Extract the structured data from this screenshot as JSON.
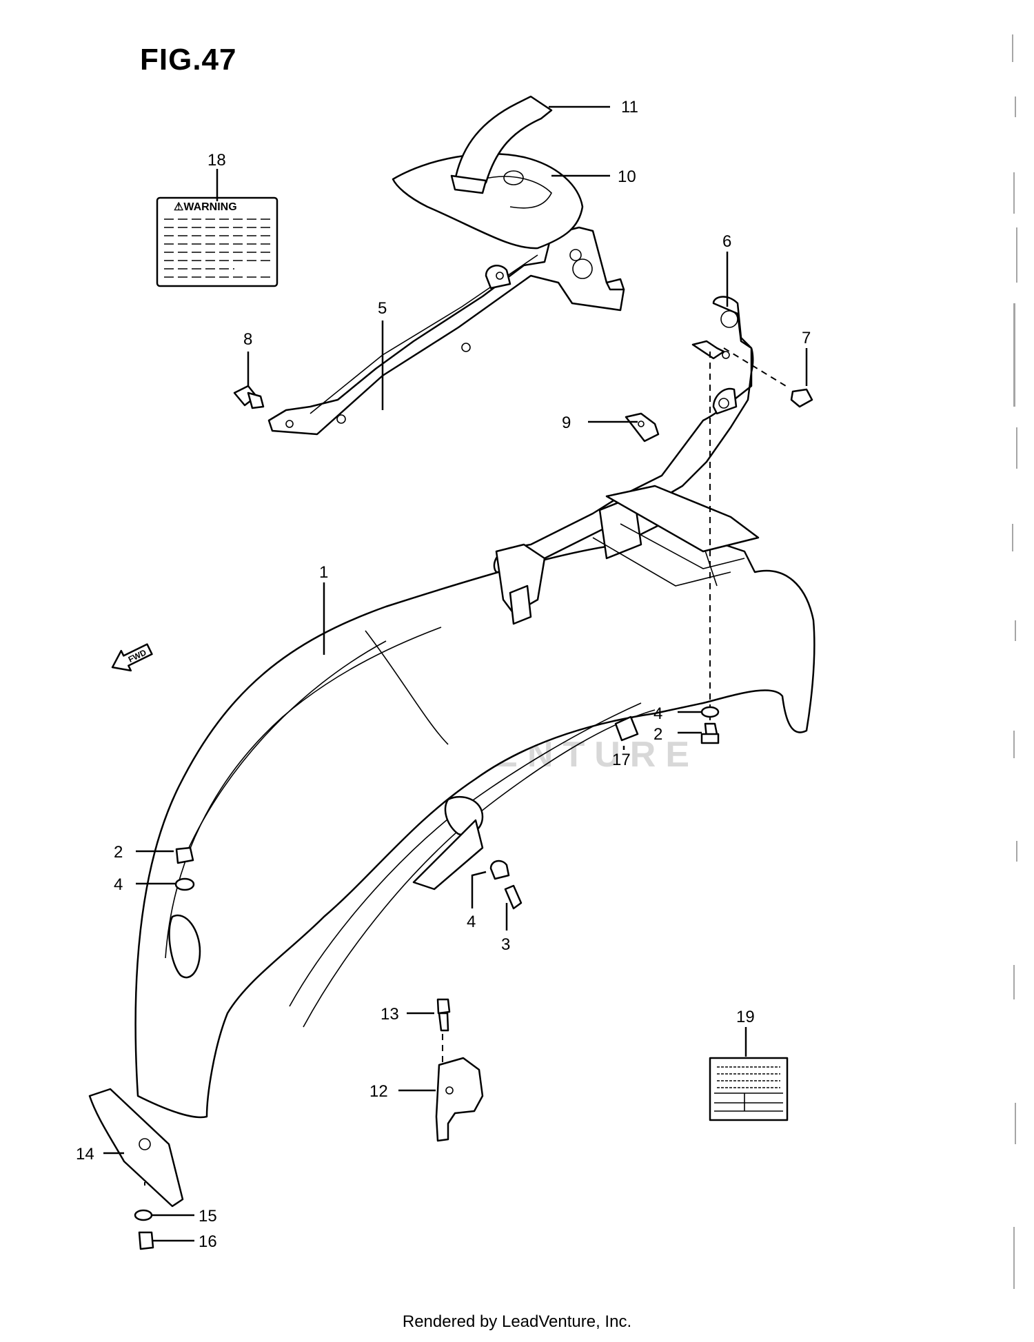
{
  "figure": {
    "title": "FIG.47"
  },
  "watermark": {
    "text": "LEADVENTURE"
  },
  "footer": {
    "text": "Rendered by LeadVenture, Inc."
  },
  "fwd_arrow": {
    "label": "FWD"
  },
  "warning_label": {
    "heading": "⚠WARNING"
  },
  "callouts": [
    {
      "id": "c1",
      "text": "1"
    },
    {
      "id": "c2a",
      "text": "2"
    },
    {
      "id": "c2b",
      "text": "2"
    },
    {
      "id": "c3",
      "text": "3"
    },
    {
      "id": "c4a",
      "text": "4"
    },
    {
      "id": "c4b",
      "text": "4"
    },
    {
      "id": "c4c",
      "text": "4"
    },
    {
      "id": "c5",
      "text": "5"
    },
    {
      "id": "c6",
      "text": "6"
    },
    {
      "id": "c7",
      "text": "7"
    },
    {
      "id": "c8",
      "text": "8"
    },
    {
      "id": "c9",
      "text": "9"
    },
    {
      "id": "c10",
      "text": "10"
    },
    {
      "id": "c11",
      "text": "11"
    },
    {
      "id": "c12",
      "text": "12"
    },
    {
      "id": "c13",
      "text": "13"
    },
    {
      "id": "c14",
      "text": "14"
    },
    {
      "id": "c15",
      "text": "15"
    },
    {
      "id": "c16",
      "text": "16"
    },
    {
      "id": "c17",
      "text": "17"
    },
    {
      "id": "c18",
      "text": "18"
    },
    {
      "id": "c19",
      "text": "19"
    }
  ]
}
